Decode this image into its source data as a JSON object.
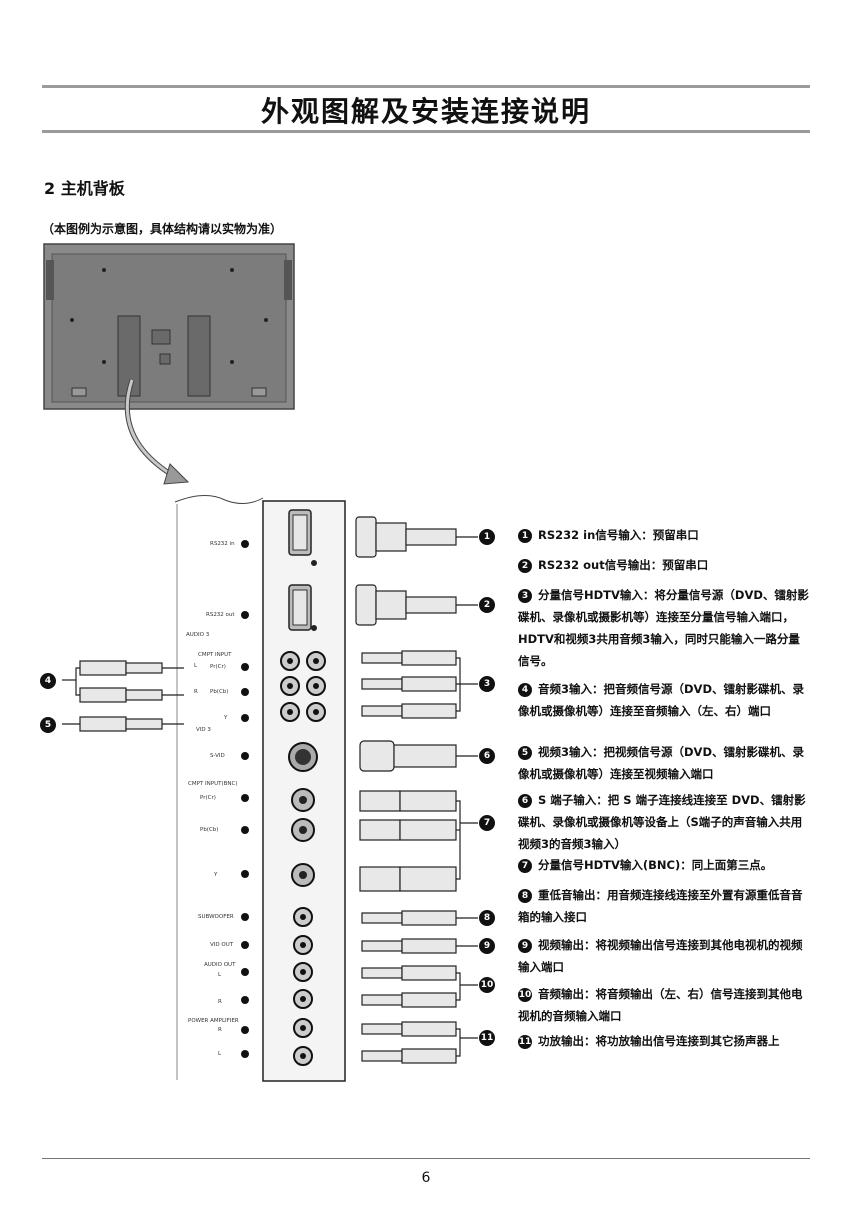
{
  "header": {
    "title": "外观图解及安装连接说明"
  },
  "section": {
    "title": "2 主机背板"
  },
  "note": "（本图例为示意图，具体结构请以实物为准）",
  "panel_labels": {
    "rs232in": "RS232 in",
    "rs232out": "RS232 out",
    "audio3": "AUDIO 3",
    "cmpt_input": "CMPT INPUT",
    "pr": "Pr(Cr)",
    "pb": "Pb(Cb)",
    "y": "Y",
    "l": "L",
    "r": "R",
    "vid3": "VID 3",
    "svid": "S-VID",
    "cmpt_bnc": "CMPT INPUT(BNC)",
    "subwoofer": "SUBWOOFER",
    "vidout": "VID OUT",
    "audioout": "AUDIO OUT",
    "poweramp": "POWER AMPLIFIER"
  },
  "descriptions": [
    {
      "num": "1",
      "text": "RS232 in信号输入：预留串口"
    },
    {
      "num": "2",
      "text": "RS232 out信号输出：预留串口"
    },
    {
      "num": "3",
      "text": "分量信号HDTV输入：将分量信号源（DVD、镭射影碟机、录像机或摄影机等）连接至分量信号输入端口，HDTV和视频3共用音频3输入，同时只能输入一路分量信号。"
    },
    {
      "num": "4",
      "text": "音频3输入：把音频信号源（DVD、镭射影碟机、录像机或摄像机等）连接至音频输入（左、右）端口"
    },
    {
      "num": "5",
      "text": "视频3输入：把视频信号源（DVD、镭射影碟机、录像机或摄像机等）连接至视频输入端口"
    },
    {
      "num": "6",
      "text": "S 端子输入：把 S 端子连接线连接至 DVD、镭射影碟机、录像机或摄像机等设备上（S端子的声音输入共用视频3的音频3输入）"
    },
    {
      "num": "7",
      "text": "分量信号HDTV输入(BNC)：同上面第三点。"
    },
    {
      "num": "8",
      "text": "重低音输出：用音频连接线连接至外置有源重低音音箱的输入接口"
    },
    {
      "num": "9",
      "text": "视频输出：将视频输出信号连接到其他电视机的视频输入端口"
    },
    {
      "num": "10",
      "text": "音频输出：将音频输出（左、右）信号连接到其他电视机的音频输入端口"
    },
    {
      "num": "11",
      "text": "功放输出：将功放输出信号连接到其它扬声器上"
    }
  ],
  "callouts": [
    "1",
    "2",
    "3",
    "4",
    "5",
    "6",
    "7",
    "8",
    "9",
    "10",
    "11"
  ],
  "page_number": "6"
}
